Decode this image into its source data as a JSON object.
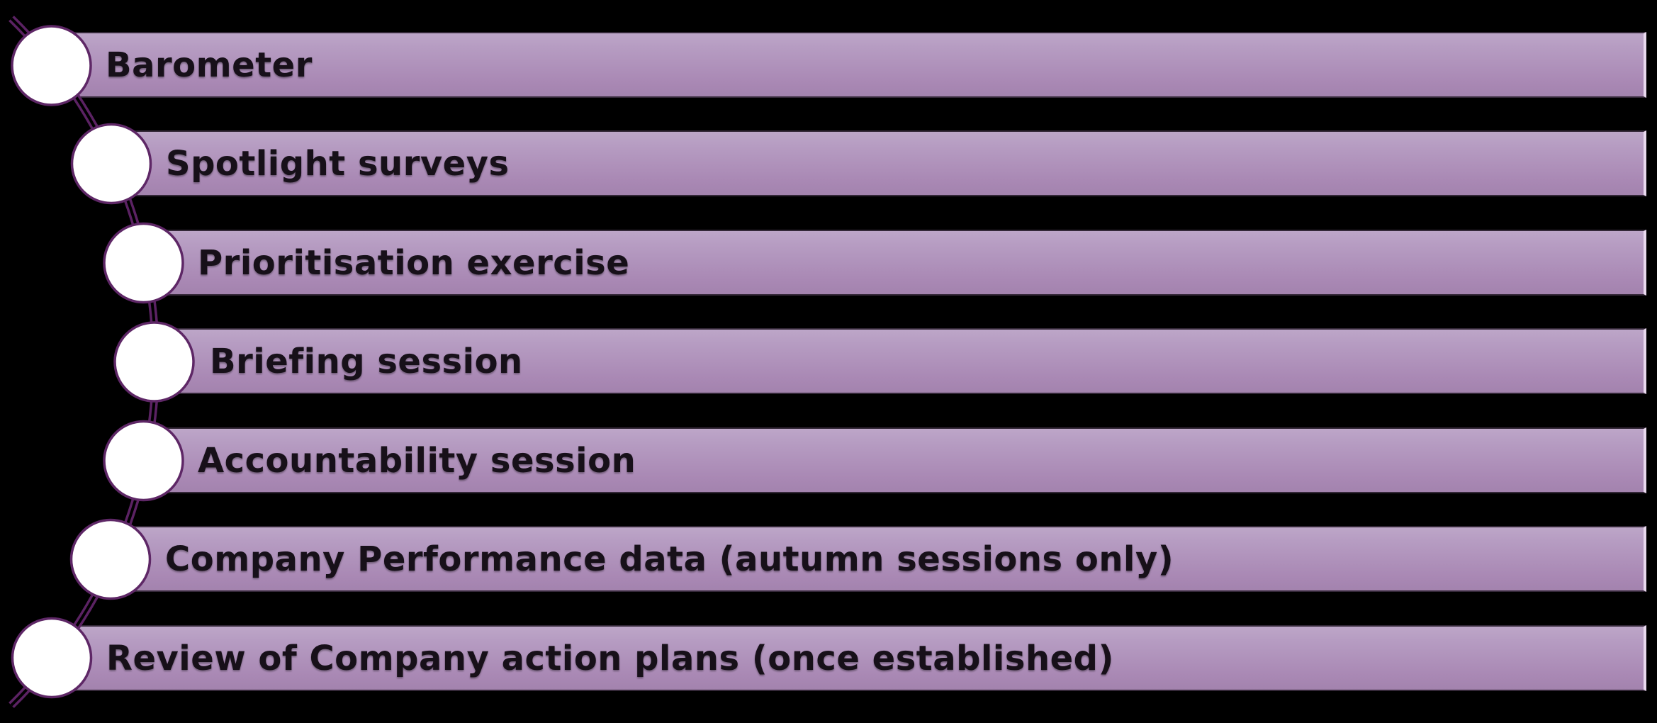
{
  "diagram": {
    "steps": [
      {
        "label": "Barometer"
      },
      {
        "label": "Spotlight surveys"
      },
      {
        "label": "Prioritisation exercise"
      },
      {
        "label": "Briefing session"
      },
      {
        "label": "Accountability session"
      },
      {
        "label": "Company Performance data (autumn sessions only)"
      },
      {
        "label": "Review of Company action plans (once established)"
      }
    ],
    "colors": {
      "background": "#000000",
      "bar_gradient_top": "#bda6c8",
      "bar_gradient_bottom": "#a383ae",
      "bar_edge_dark": "#342838",
      "bar_edge_highlight": "#e9d9ee",
      "connector_purple": "#5b2263",
      "connector_core": "#000000",
      "node_fill": "#ffffff",
      "node_stroke": "#5e2766",
      "label_text": "#171019"
    }
  }
}
